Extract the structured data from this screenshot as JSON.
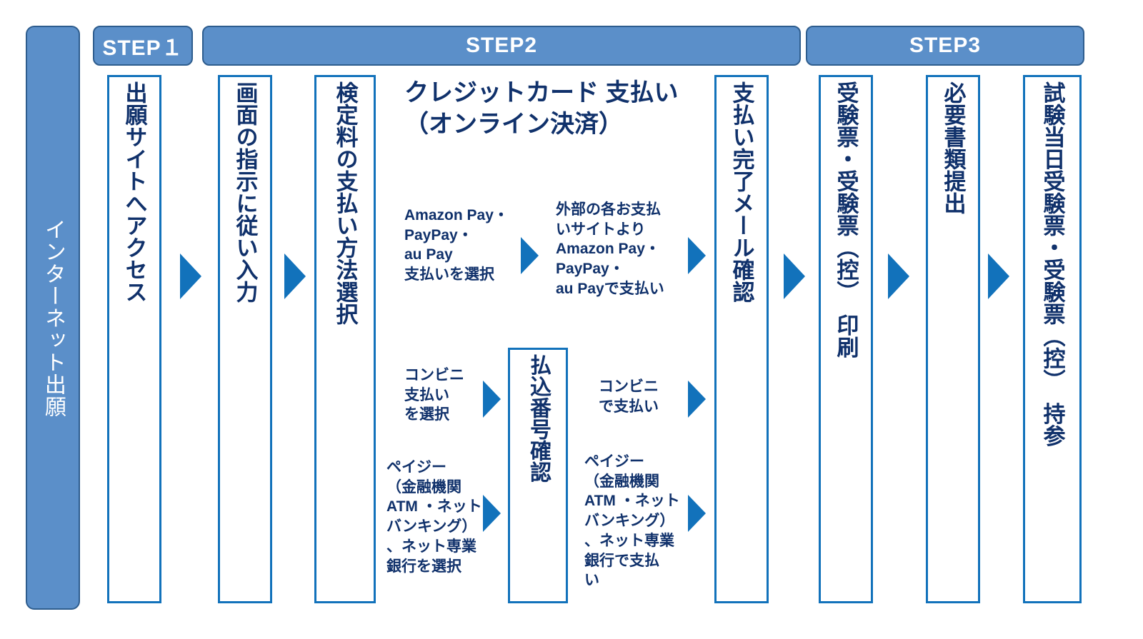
{
  "meta": {
    "title": "インターネット出願 検定料支払いフロー図",
    "colors": {
      "banner_fill": "#5b8fc9",
      "banner_stroke": "#2e5d8e",
      "box_stroke": "#1272bb",
      "text_navy": "#10316b",
      "arrow": "#1272bb",
      "banner_text": "#ffffff"
    }
  },
  "steps": {
    "step1": "STEP１",
    "step2": "STEP2",
    "step3": "STEP3"
  },
  "entry": {
    "label": "インターネット出願"
  },
  "boxes": {
    "apply_site": "出願サイトへアクセス",
    "input_form": "画面の指示に従い入力",
    "select_payment": "検定料の支払い方法選択",
    "payment_number": "払込番号確認",
    "payment_mail": "支払い完了メール確認",
    "print_ticket": "受験票・受験票（控）　印刷",
    "submit_docs": "必要書類提出",
    "bring_ticket": "試験当日受験票・受験票（控）　持参"
  },
  "labels": {
    "credit_title": "クレジットカード 支払い\n（オンライン決済）",
    "select_epay": "Amazon Pay・\nPayPay・\nau Pay\n支払いを選択",
    "pay_epay": "外部の各お支払\nいサイトより\nAmazon Pay・\nPayPay・\nau Payで支払い",
    "select_conveni": "コンビニ\n支払い\nを選択",
    "pay_conveni": "コンビニ\nで支払い",
    "select_payeasy": "ペイジー\n（金融機関\nATM ・ネット\nバンキング）\n、ネット専業\n銀行を選択",
    "pay_payeasy": "ペイジー\n（金融機関\nATM ・ネット\nバンキング）\n、ネット専業\n銀行で支払\nい"
  },
  "arrows": {
    "a1": "arrow-right",
    "a2": "arrow-right",
    "a3": "arrow-right",
    "a4": "arrow-right",
    "a5": "arrow-right",
    "a6": "arrow-right",
    "a7": "arrow-right",
    "a8": "arrow-right",
    "a9": "arrow-right",
    "a10": "arrow-right"
  }
}
